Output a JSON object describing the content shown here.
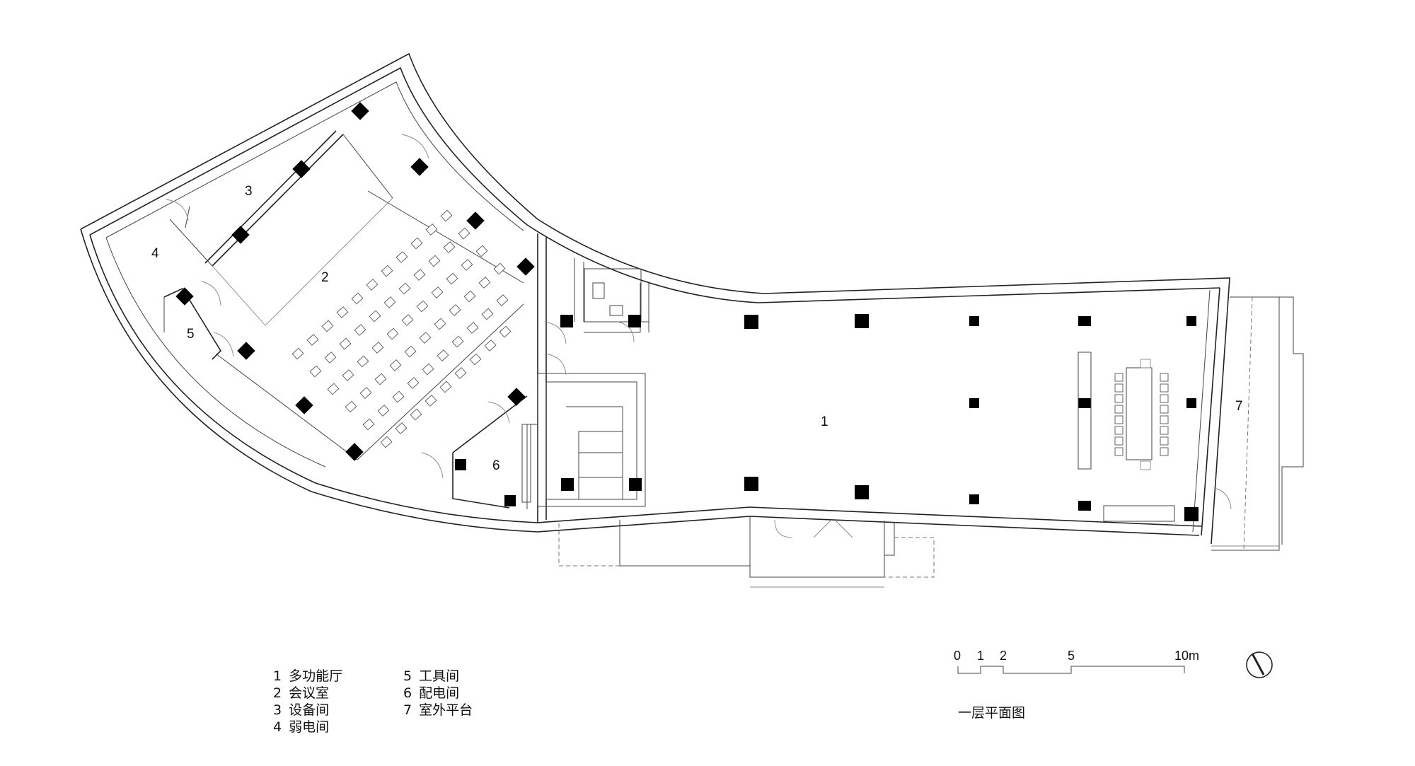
{
  "drawing": {
    "title": "一层平面图",
    "scale_ticks": [
      "0",
      "1",
      "2",
      "5",
      "10m"
    ]
  },
  "rooms": [
    {
      "id": "1",
      "label": "1"
    },
    {
      "id": "2",
      "label": "2"
    },
    {
      "id": "3",
      "label": "3"
    },
    {
      "id": "4",
      "label": "4"
    },
    {
      "id": "5",
      "label": "5"
    },
    {
      "id": "6",
      "label": "6"
    },
    {
      "id": "7",
      "label": "7"
    }
  ],
  "legend": [
    {
      "num": "1",
      "name": "多功能厅"
    },
    {
      "num": "2",
      "name": "会议室"
    },
    {
      "num": "3",
      "name": "设备间"
    },
    {
      "num": "4",
      "name": "弱电间"
    },
    {
      "num": "5",
      "name": "工具间"
    },
    {
      "num": "6",
      "name": "配电间"
    },
    {
      "num": "7",
      "name": "室外平台"
    }
  ],
  "icons": {
    "north_arrow": "north-arrow-icon"
  }
}
